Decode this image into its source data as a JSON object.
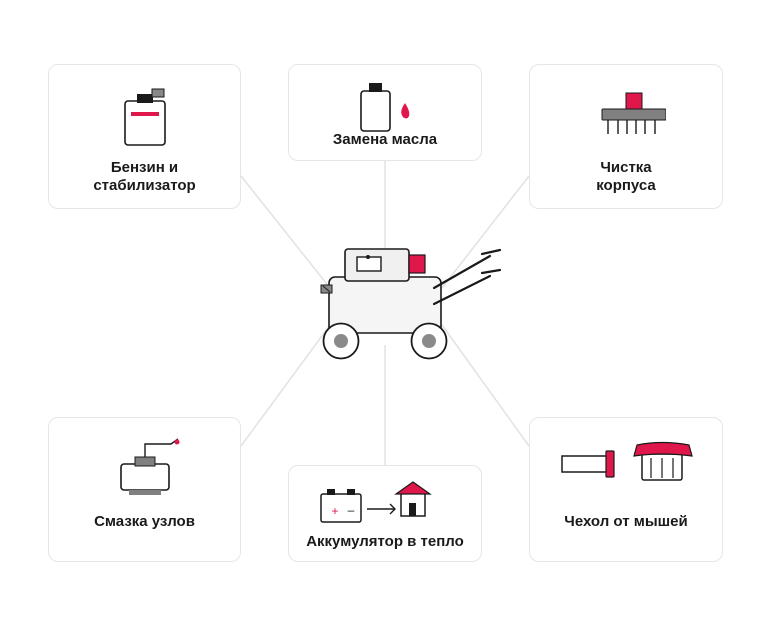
{
  "colors": {
    "accent": "#e0174a",
    "ink": "#1a1a1a",
    "gray": "#808080",
    "card_border": "#e6e6e6",
    "connector": "#e2e2e2"
  },
  "center": {
    "icon": "lawn-mower-icon"
  },
  "cards": {
    "fuel": {
      "line1": "Бензин и",
      "line2": "стабилизатор",
      "icon": "fuel-canister-icon"
    },
    "oil": {
      "label": "Замена масла",
      "icon": "oil-bottle-icon"
    },
    "clean": {
      "line1": "Чистка",
      "line2": "корпуса",
      "icon": "brush-icon"
    },
    "grease": {
      "label": "Смазка узлов",
      "icon": "oil-can-icon"
    },
    "battery": {
      "label": "Аккумулятор в тепло",
      "icon": "battery-to-house-icon",
      "plus": "+",
      "minus": "–"
    },
    "cover": {
      "label": "Чехол от мышей",
      "icon": "cover-icon"
    }
  }
}
